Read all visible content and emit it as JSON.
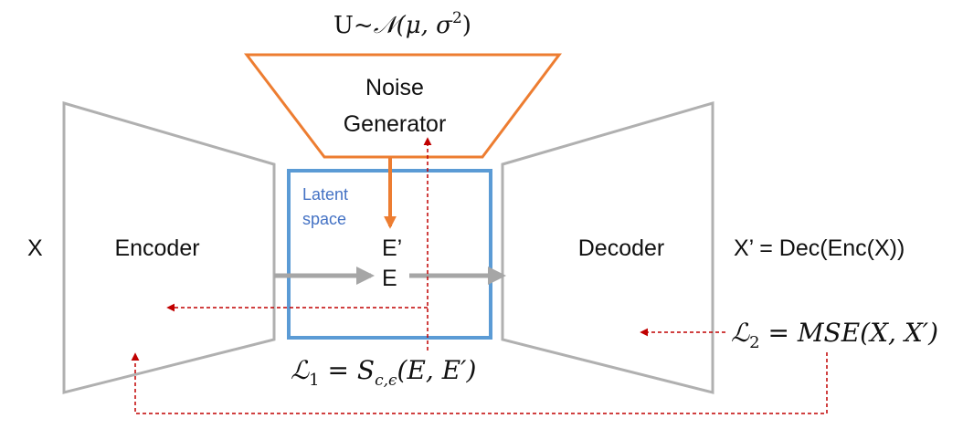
{
  "colors": {
    "block_gray": "#b0b0b0",
    "noise_orange": "#ed7d31",
    "latent_blue": "#5b9bd5",
    "latent_text_blue": "#4472c4",
    "loss_red": "#c00000",
    "flow_gray": "#a6a6a6",
    "text": "#111111"
  },
  "noise": {
    "distribution_prefix": "U~",
    "distribution_math": "𝒩(μ, σ",
    "distribution_exp": "2",
    "distribution_close": ")",
    "label_line1": "Noise",
    "label_line2": "Generator"
  },
  "encoder": {
    "input_label": "X",
    "label": "Encoder"
  },
  "latent": {
    "title_line1": "Latent",
    "title_line2": "space",
    "e_prime": "E’",
    "e": "E"
  },
  "decoder": {
    "label": "Decoder",
    "output_label": "X’ = Dec(Enc(X))"
  },
  "losses": {
    "l1_symbol": "ℒ",
    "l1_sub": "1",
    "l1_eq": " = ",
    "l1_func": "S",
    "l1_func_sub": "c,ϵ",
    "l1_args": "(E, E′)",
    "l2_symbol": "ℒ",
    "l2_sub": "2",
    "l2_eq": " = ",
    "l2_expr": "MSE(X, X′)"
  }
}
